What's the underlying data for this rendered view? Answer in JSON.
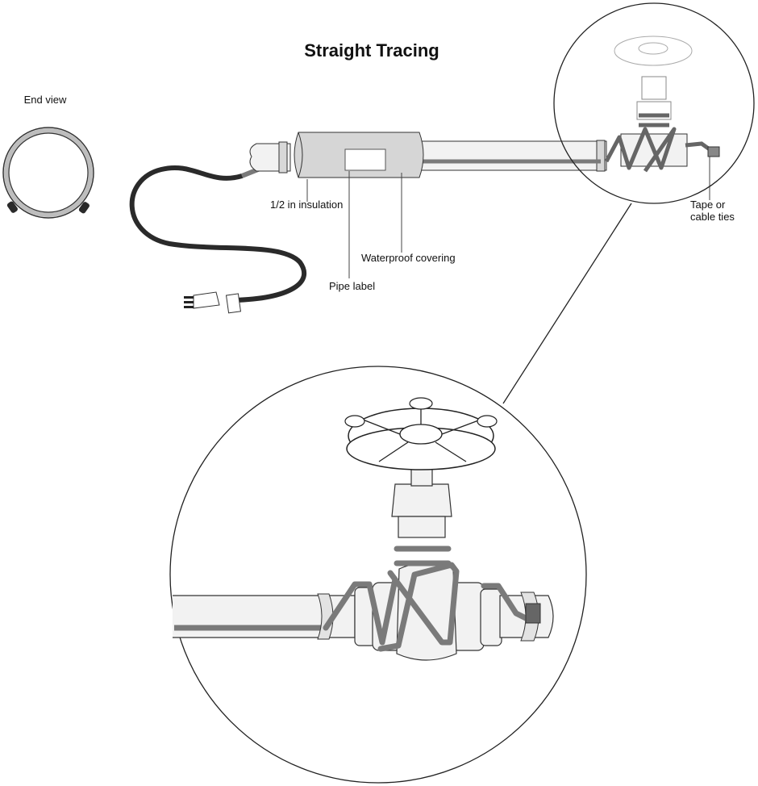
{
  "diagram": {
    "title": "Straight Tracing",
    "labels": {
      "end_view": "End view",
      "insulation": "1/2 in insulation",
      "waterproof": "Waterproof covering",
      "pipe_label": "Pipe label",
      "tape_line1": "Tape or",
      "tape_line2": "cable ties"
    },
    "colors": {
      "cable_dark": "#2a2a2a",
      "cable_gray": "#7a7a7a",
      "pipe_fill": "#ededed",
      "insulation_fill": "#d6d6d6",
      "stroke": "#222222"
    }
  }
}
